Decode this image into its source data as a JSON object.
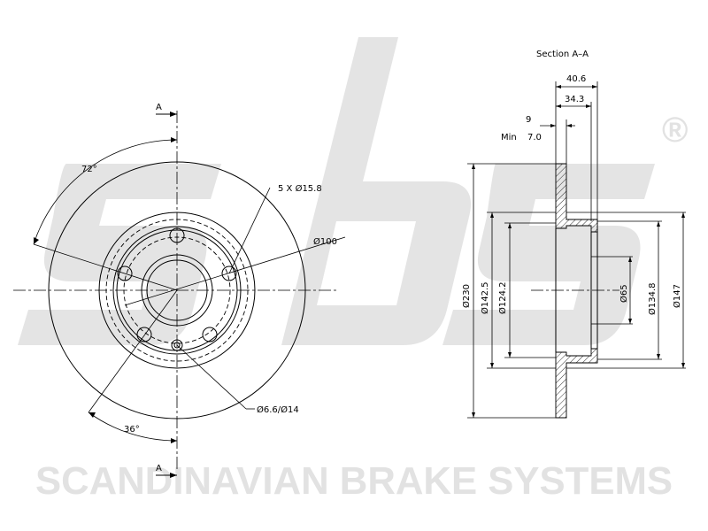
{
  "watermark": {
    "logo_letters": "sbs",
    "registered_mark": "®",
    "brand_line": "SCANDINAVIAN BRAKE SYSTEMS"
  },
  "front_view": {
    "section_marker_top": "A",
    "section_marker_bottom": "A",
    "angle_top": "72°",
    "angle_bottom": "36°",
    "bolt_holes_label": "5 X Ø15.8",
    "pcd_label": "Ø100",
    "small_hole_label": "Ø6.6/Ø14"
  },
  "section_view": {
    "title": "Section A–A",
    "width_overall": "40.6",
    "width_hat": "34.3",
    "thickness": "9",
    "min_thickness_prefix": "Min",
    "min_thickness": "7.0",
    "diameters": {
      "outer": "Ø230",
      "d1425": "Ø142.5",
      "d1242": "Ø124.2",
      "d65": "Ø65",
      "d1348": "Ø134.8",
      "d147": "Ø147"
    }
  }
}
